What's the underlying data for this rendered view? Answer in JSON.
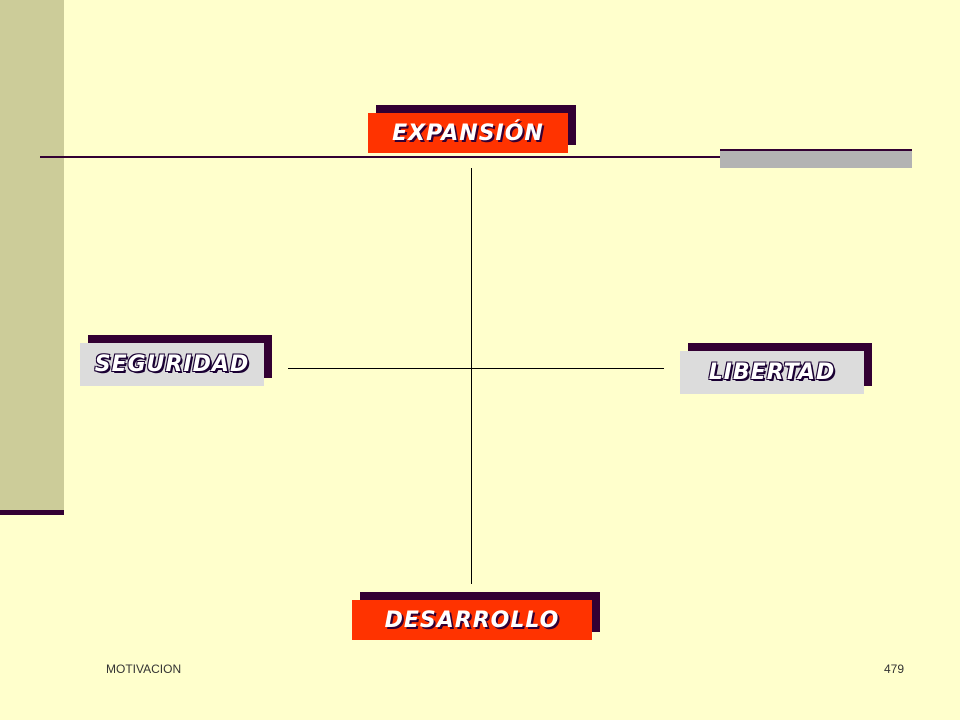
{
  "diagram": {
    "top": "EXPANSIÓN",
    "left": "SEGURIDAD",
    "right": "LIBERTAD",
    "bottom": "DESARROLLO"
  },
  "footer": {
    "left": "MOTIVACION",
    "page_number": "479"
  },
  "colors": {
    "background": "#ffffcc",
    "sidebar": "#cccc99",
    "accent_dark": "#330033",
    "red_box": "#ff3300",
    "grey_box": "#dcdcdc"
  }
}
